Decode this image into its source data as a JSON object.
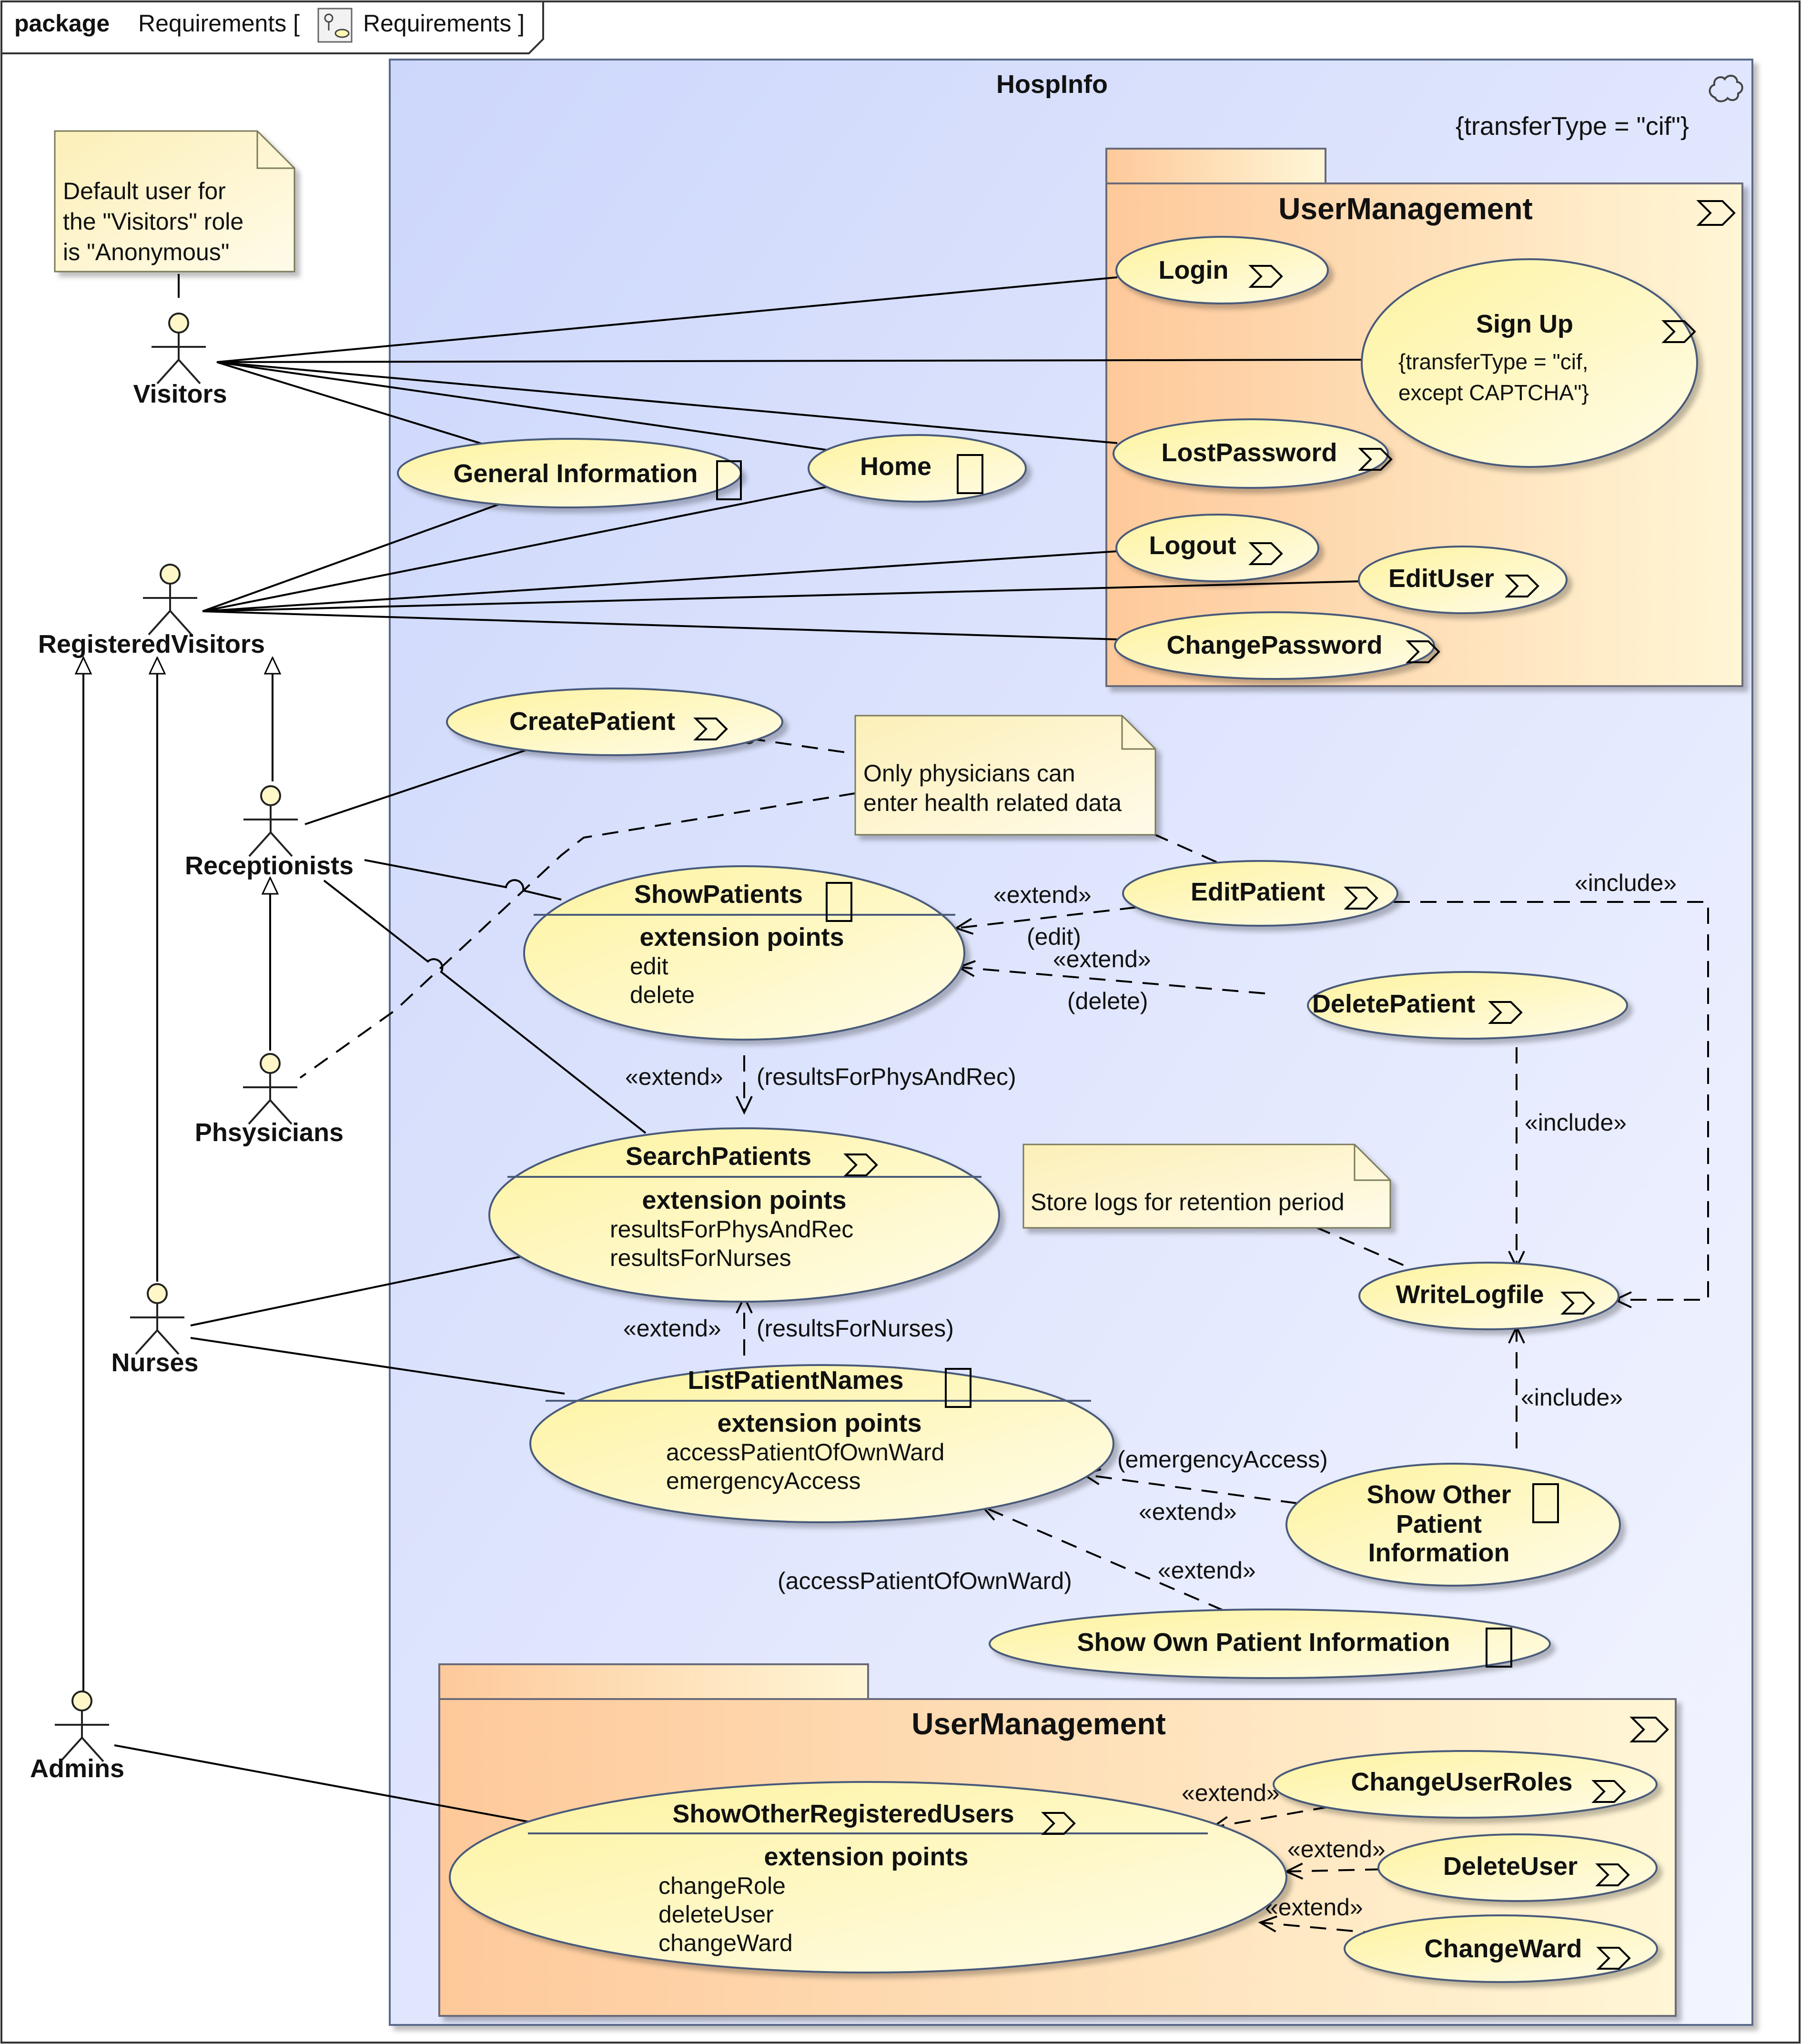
{
  "frame": {
    "keyword": "package",
    "name": "Requirements [",
    "diagram_name": "Requirements ]"
  },
  "system": {
    "name": "HospInfo",
    "tagged_value": "{transferType = \"cif\"}"
  },
  "packages": [
    {
      "id": "pkg_top",
      "name": "UserManagement"
    },
    {
      "id": "pkg_bottom",
      "name": "UserManagement"
    }
  ],
  "actors": [
    {
      "id": "visitors",
      "name": "Visitors"
    },
    {
      "id": "registered",
      "name": "RegisteredVisitors"
    },
    {
      "id": "receptionists",
      "name": "Receptionists"
    },
    {
      "id": "physicians",
      "name": "Phsysicians"
    },
    {
      "id": "nurses",
      "name": "Nurses"
    },
    {
      "id": "admins",
      "name": "Admins"
    }
  ],
  "notes": [
    {
      "id": "note_default",
      "lines": [
        "Default user for",
        "the \"Visitors\" role",
        "is \"Anonymous\""
      ]
    },
    {
      "id": "note_physicians",
      "lines": [
        "Only physicians can",
        "enter health related data"
      ]
    },
    {
      "id": "note_logs",
      "lines": [
        "Store logs for retention period"
      ]
    }
  ],
  "use_cases": {
    "login": {
      "name": "Login"
    },
    "signup": {
      "name": "Sign Up",
      "tag_lines": [
        "{transferType = \"cif,",
        "except CAPTCHA\"}"
      ]
    },
    "lostpassword": {
      "name": "LostPassword"
    },
    "logout": {
      "name": "Logout"
    },
    "edituser": {
      "name": "EditUser"
    },
    "changepassword": {
      "name": "ChangePassword"
    },
    "generalinfo": {
      "name": "General Information"
    },
    "home": {
      "name": "Home"
    },
    "createpatient": {
      "name": "CreatePatient"
    },
    "showpatients": {
      "name": "ShowPatients",
      "ext_header": "extension points",
      "ext_points": [
        "edit",
        "delete"
      ]
    },
    "editpatient": {
      "name": "EditPatient"
    },
    "deletepatient": {
      "name": "DeletePatient"
    },
    "searchpatients": {
      "name": "SearchPatients",
      "ext_header": "extension points",
      "ext_points": [
        "resultsForPhysAndRec",
        "resultsForNurses"
      ]
    },
    "writelogfile": {
      "name": "WriteLogfile"
    },
    "listpatientnames": {
      "name": "ListPatientNames",
      "ext_header": "extension points",
      "ext_points": [
        "accessPatientOfOwnWard",
        "emergencyAccess"
      ]
    },
    "showotherpatient": {
      "lines": [
        "Show Other",
        "Patient",
        "Information"
      ]
    },
    "showownpatient": {
      "name": "Show Own Patient Information"
    },
    "showotherregistered": {
      "name": "ShowOtherRegisteredUsers",
      "ext_header": "extension points",
      "ext_points": [
        "changeRole",
        "deleteUser",
        "changeWard"
      ]
    },
    "changeuserroles": {
      "name": "ChangeUserRoles"
    },
    "deleteuser": {
      "name": "DeleteUser"
    },
    "changeward": {
      "name": "ChangeWard"
    }
  },
  "relation_labels": {
    "extend": "«extend»",
    "include": "«include»",
    "edit": "(edit)",
    "delete": "(delete)",
    "resultsForPhysAndRec": "(resultsForPhysAndRec)",
    "resultsForNurses": "(resultsForNurses)",
    "emergencyAccess": "(emergencyAccess)",
    "accessPatientOfOwnWard": "(accessPatientOfOwnWard)"
  }
}
